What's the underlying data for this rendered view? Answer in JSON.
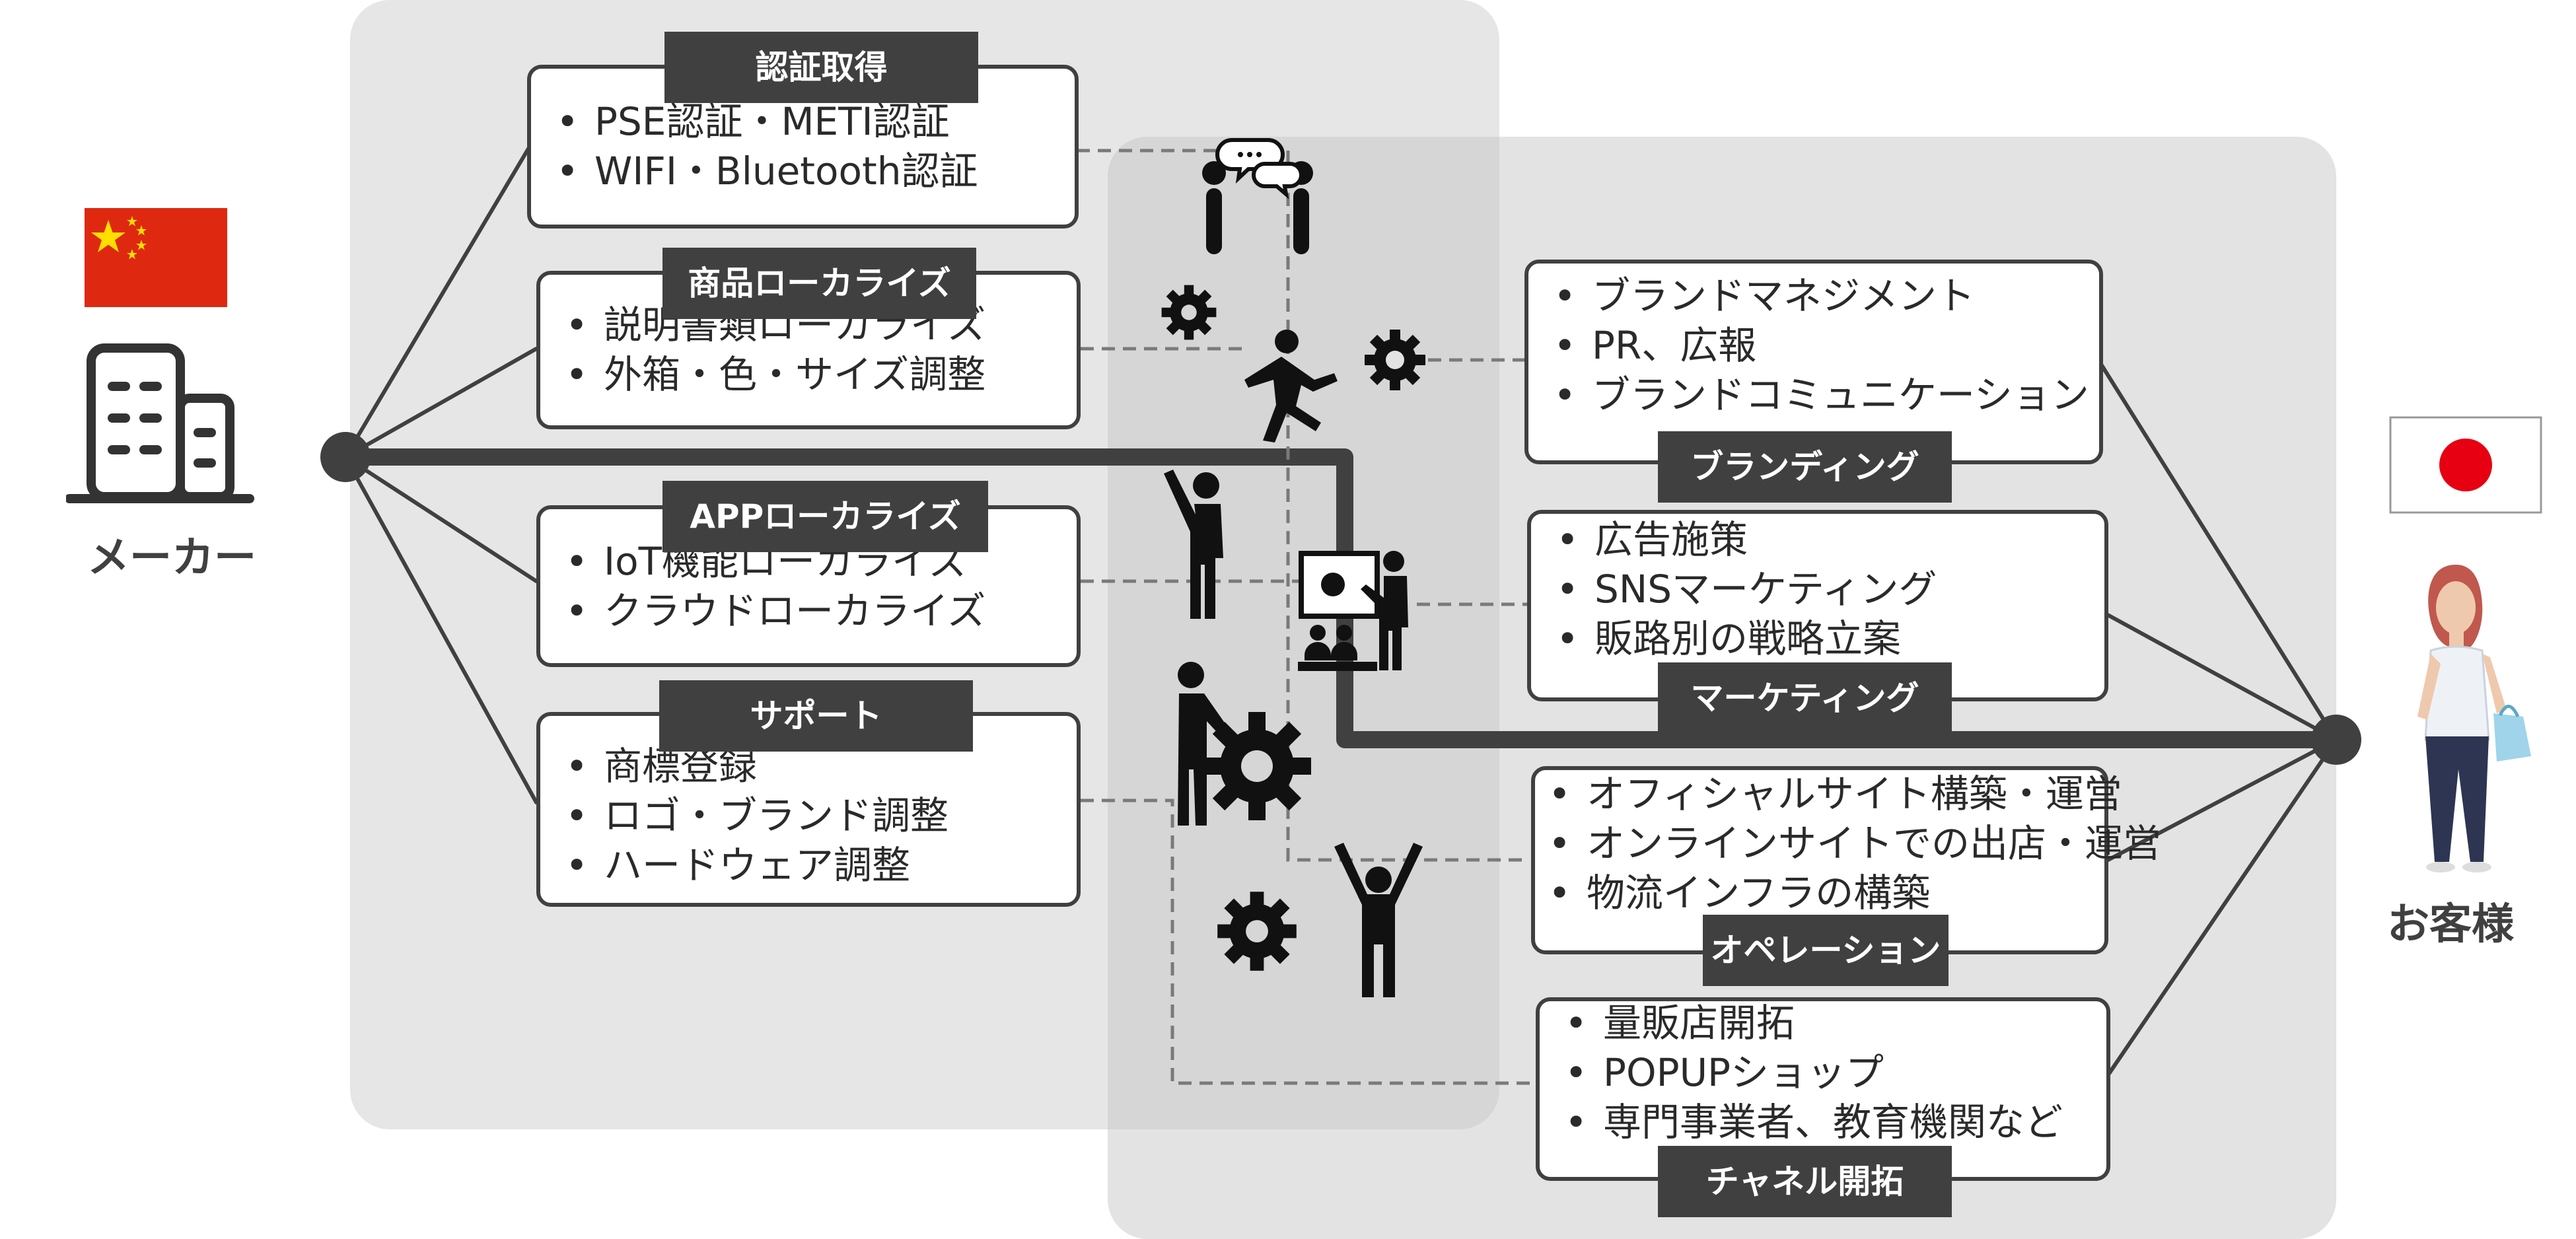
{
  "left_entity": {
    "label": "メーカー",
    "flag": "china-flag"
  },
  "right_entity": {
    "label": "お客様",
    "flag": "japan-flag"
  },
  "left_boxes": [
    {
      "tag": "認証取得",
      "items": [
        "PSE認証・METI認証",
        "WIFI・Bluetooth認証"
      ]
    },
    {
      "tag": "商品ローカライズ",
      "items": [
        "説明書類ローカライズ",
        "外箱・色・サイズ調整"
      ]
    },
    {
      "tag": "APPローカライズ",
      "items": [
        "IoT機能ローカライズ",
        "クラウドローカライズ"
      ]
    },
    {
      "tag": "サポート",
      "items": [
        "商標登録",
        "ロゴ・ブランド調整",
        "ハードウェア調整"
      ]
    }
  ],
  "right_boxes": [
    {
      "tag": "ブランディング",
      "items": [
        "ブランドマネジメント",
        "PR、広報",
        "ブランドコミュニケーション"
      ]
    },
    {
      "tag": "マーケティング",
      "items": [
        "広告施策",
        "SNSマーケティング",
        "販路別の戦略立案"
      ]
    },
    {
      "tag": "オペレーション",
      "items": [
        "オフィシャルサイト構築・運営",
        "オンラインサイトでの出店・運営",
        "物流インフラの構築"
      ]
    },
    {
      "tag": "チャネル開拓",
      "items": [
        "量販店開拓",
        "POPUPショップ",
        "専門事業者、教育機関など"
      ]
    }
  ],
  "icons": [
    "chat-people-icon",
    "gear-icon",
    "running-person-icon",
    "gear-icon",
    "pointing-person-icon",
    "presentation-icon",
    "person-with-gear-icon",
    "gear-icon",
    "cheering-person-icon",
    "factory-building-icon",
    "woman-customer-icon"
  ],
  "colors": {
    "dark": "#404040",
    "panel": "#e6e6e6",
    "china_red": "#de2910",
    "china_yellow": "#ffde00",
    "japan_red": "#e60012"
  }
}
